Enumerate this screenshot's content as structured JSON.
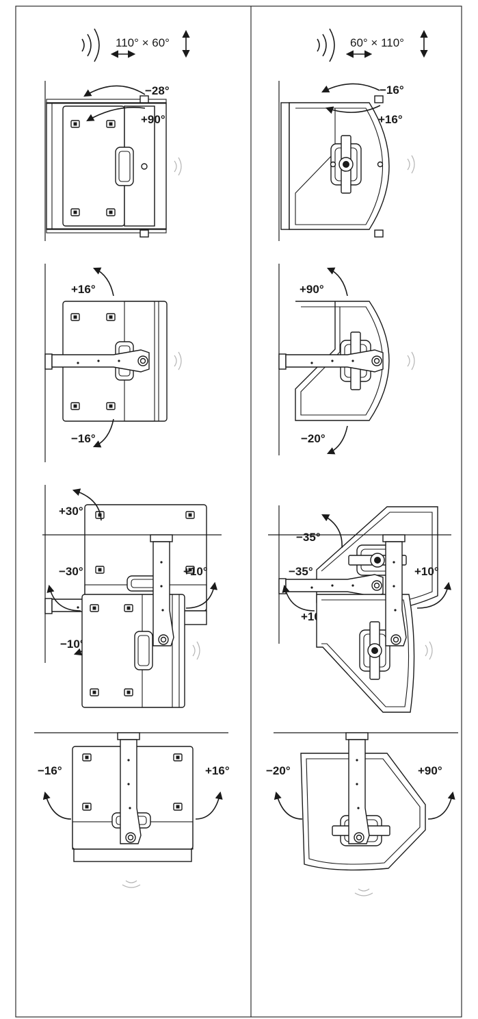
{
  "columns": [
    {
      "header": "110° × 60°"
    },
    {
      "header": "60° × 110°"
    }
  ],
  "angles": {
    "l1_a": "−28°",
    "l1_b": "+90°",
    "r1_a": "−16°",
    "r1_b": "+16°",
    "l2_a": "+16°",
    "l2_b": "−16°",
    "r2_a": "+90°",
    "r2_b": "−20°",
    "l3_a": "+30°",
    "l3_b": "−10°",
    "r3_a": "−35°",
    "r3_b": "+10°",
    "l4_a": "−30°",
    "l4_b": "+10°",
    "r4_a": "−35°",
    "r4_b": "+10°",
    "l5_a": "−16°",
    "l5_b": "+16°",
    "r5_a": "−20°",
    "r5_b": "+90°"
  }
}
